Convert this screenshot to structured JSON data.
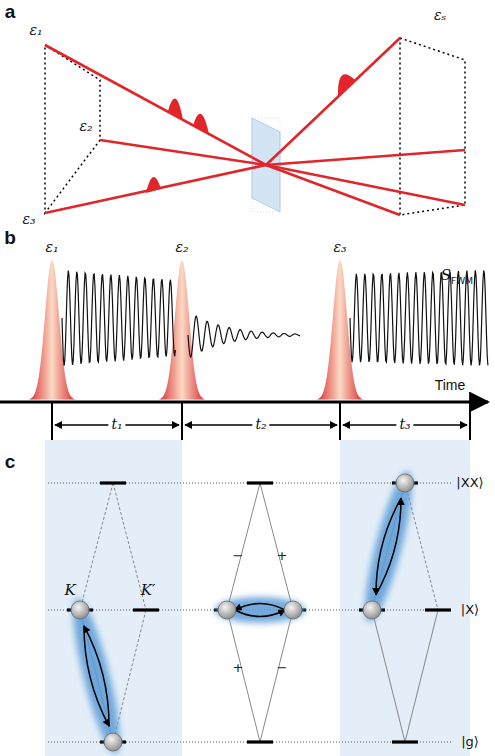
{
  "diagram": {
    "labels": [
      "a",
      "ε₁",
      "ε₂",
      "ε₃",
      "εₛ",
      "b",
      "ε₁",
      "ε₂",
      "ε₃",
      "S",
      "FWM",
      "Time",
      "t₁",
      "t₂",
      "t₃",
      "c",
      "K",
      "K′",
      "|XX⟩",
      "|X⟩",
      "|g⟩",
      "−",
      "+",
      "+",
      "−"
    ]
  }
}
